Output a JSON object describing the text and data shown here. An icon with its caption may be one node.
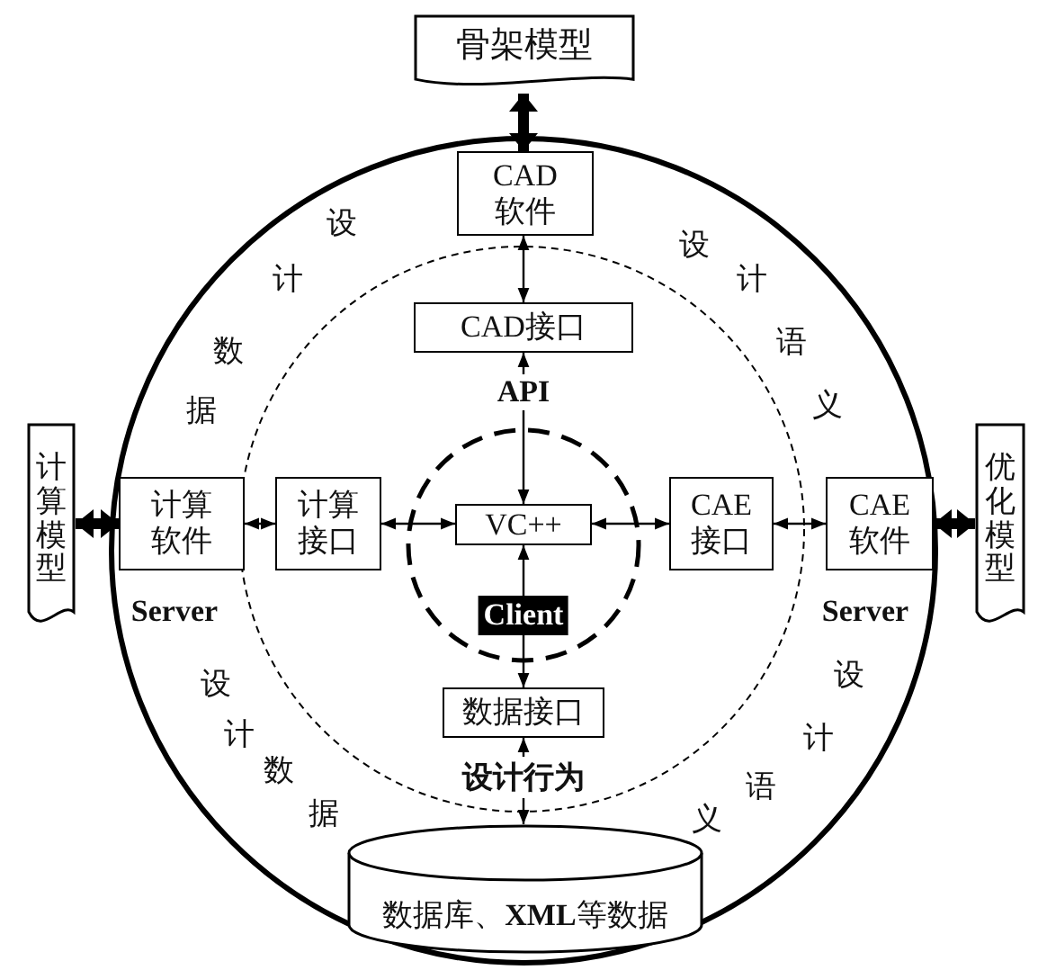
{
  "diagram": {
    "nodes": [
      {
        "text": [
          "骨架模型"
        ]
      },
      {
        "text": [
          "CAD软件"
        ]
      },
      {
        "text": [
          "CAD接口"
        ]
      },
      {
        "text": [
          "计算模型"
        ]
      },
      {
        "text": [
          "计算软件"
        ]
      },
      {
        "text": [
          "计算接口"
        ]
      },
      {
        "text": [
          "VC++"
        ]
      },
      {
        "text": [
          "CAE接口"
        ]
      },
      {
        "text": [
          "CAE软件"
        ]
      },
      {
        "text": [
          "优化模型"
        ]
      },
      {
        "text": [
          "数据接口"
        ]
      },
      {
        "text": [
          "数据库、**XML**等数据"
        ]
      }
    ],
    "edges": [
      {
        "from": 0,
        "to": 1,
        "arrow": "both",
        "style": "thick"
      },
      {
        "from": 1,
        "to": 2,
        "arrow": "both"
      },
      {
        "from": 2,
        "to": 6,
        "arrow": "both"
      },
      {
        "from": 3,
        "to": 4,
        "arrow": "both",
        "style": "thick"
      },
      {
        "from": 4,
        "to": 5,
        "arrow": "both"
      },
      {
        "from": 5,
        "to": 6,
        "arrow": "both"
      },
      {
        "from": 6,
        "to": 7,
        "arrow": "both"
      },
      {
        "from": 7,
        "to": 8,
        "arrow": "both"
      },
      {
        "from": 8,
        "to": 9,
        "arrow": "both",
        "style": "thick"
      },
      {
        "from": 6,
        "to": 10,
        "arrow": "both"
      },
      {
        "from": 10,
        "to": 11,
        "arrow": "both"
      }
    ],
    "labels": [
      "设",
      "计",
      "数",
      "据",
      "设",
      "计",
      "语",
      "义",
      "API",
      "Server",
      "Client",
      "Server",
      "设",
      "计",
      "数",
      "据",
      "设",
      "计",
      "语",
      "义",
      "设计行为"
    ]
  }
}
